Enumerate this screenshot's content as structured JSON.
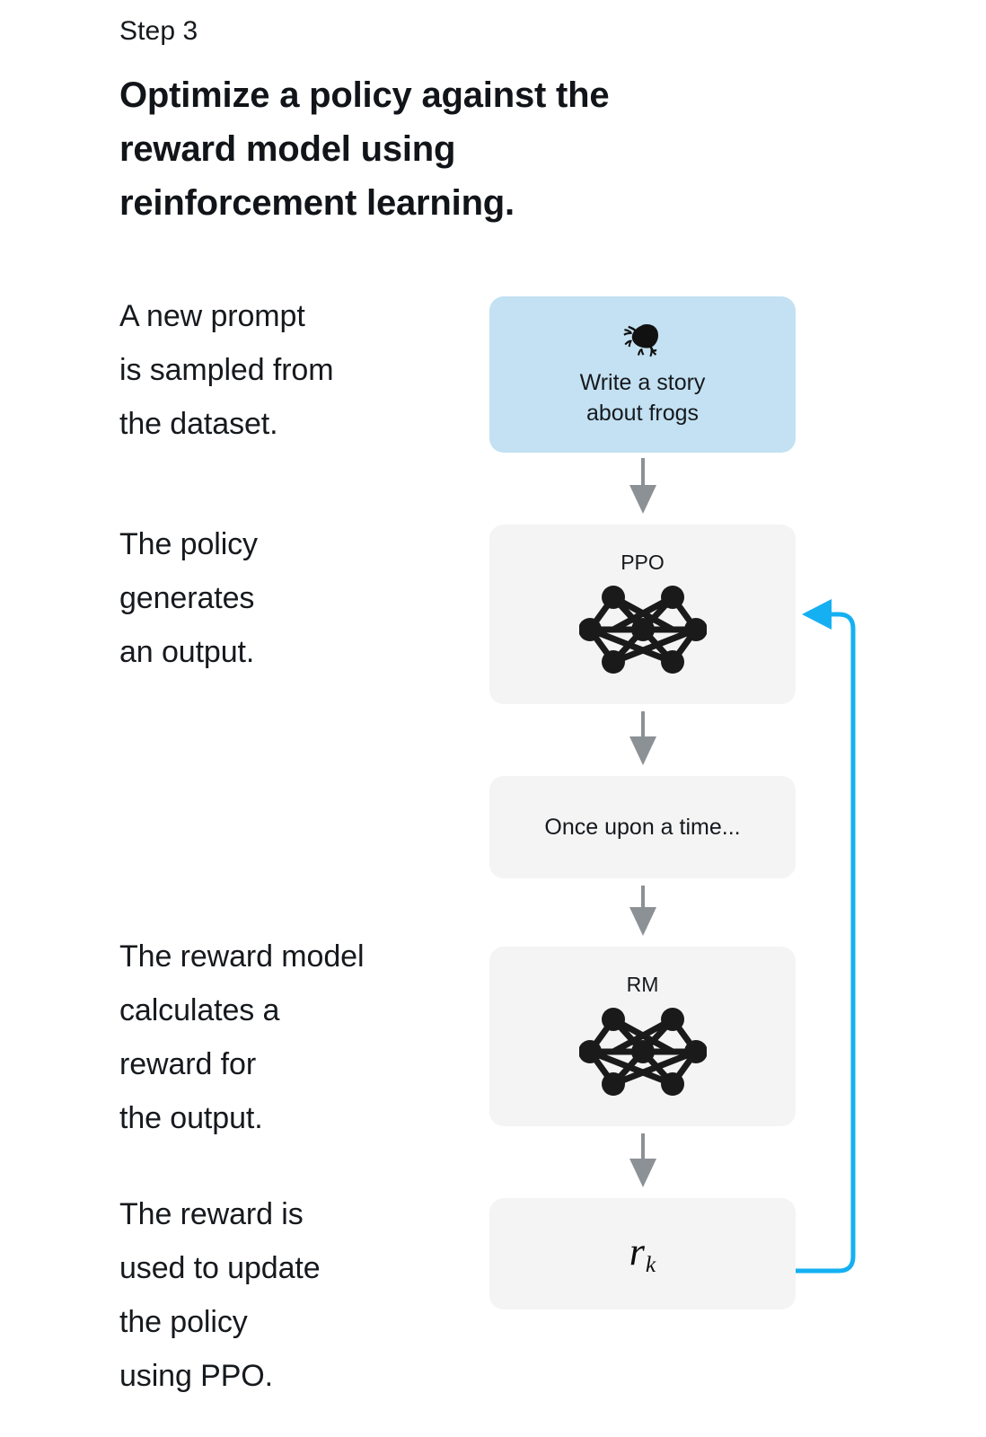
{
  "page": {
    "step_label": "Step 3",
    "headline": "Optimize a policy against the reward model using reinforcement learning.",
    "background_color": "#ffffff"
  },
  "colors": {
    "prompt_card": "#c3e1f2",
    "model_card": "#f4f4f4",
    "arrow_gray": "#8c9196",
    "feedback_blue": "#15b0f2",
    "text": "#16191d"
  },
  "annotations": [
    {
      "id": "prompt-sampled",
      "lines": [
        "A new prompt",
        "is sampled from",
        "the dataset."
      ]
    },
    {
      "id": "policy-generates",
      "lines": [
        "The policy",
        "generates",
        "an output."
      ]
    },
    {
      "id": "reward-model-calculates",
      "lines": [
        "The reward model",
        "calculates a",
        "reward for",
        "the output."
      ]
    },
    {
      "id": "reward-updates-policy",
      "lines": [
        "The reward is",
        "used to update",
        "the policy",
        "using PPO."
      ]
    }
  ],
  "flow": {
    "prompt_card": {
      "icon": "frog-icon",
      "lines": [
        "Write a story",
        "about frogs"
      ]
    },
    "policy_card": {
      "caption": "PPO",
      "icon": "neural-network-icon"
    },
    "output_card": {
      "text": "Once upon a time..."
    },
    "reward_model_card": {
      "caption": "RM",
      "icon": "neural-network-icon"
    },
    "reward_card": {
      "symbol": "r",
      "subscript": "k"
    },
    "arrows": [
      {
        "id": "prompt-to-policy",
        "type": "down-arrow",
        "color": "#8c9196"
      },
      {
        "id": "policy-to-output",
        "type": "down-arrow",
        "color": "#8c9196"
      },
      {
        "id": "output-to-reward-model",
        "type": "down-arrow",
        "color": "#8c9196"
      },
      {
        "id": "reward-model-to-reward",
        "type": "down-arrow",
        "color": "#8c9196"
      },
      {
        "id": "reward-feedback-to-policy",
        "type": "feedback-loop",
        "color": "#15b0f2"
      }
    ]
  }
}
